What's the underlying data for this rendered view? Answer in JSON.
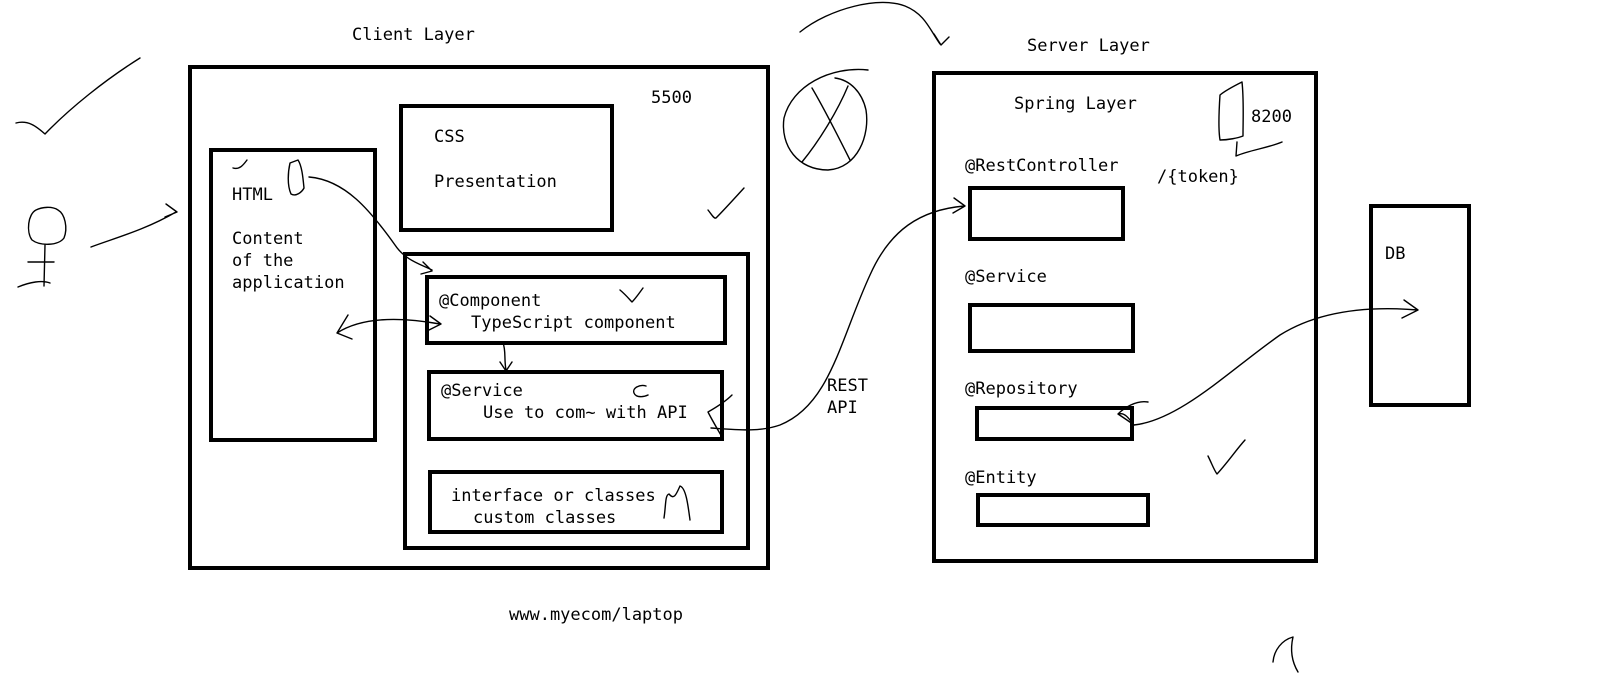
{
  "client": {
    "title": "Client Layer",
    "port": "5500",
    "html_box": {
      "title": "HTML",
      "line1": "Content",
      "line2": "of the",
      "line3": "application"
    },
    "css_box": {
      "title": "CSS",
      "subtitle": "Presentation"
    },
    "component_box": {
      "title": "@Component",
      "subtitle": "TypeScript component"
    },
    "service_box": {
      "title": "@Service",
      "subtitle": "Use to com~ with API"
    },
    "classes_box": {
      "title": "interface or classes",
      "subtitle": "custom classes"
    },
    "url": "www.myecom/laptop"
  },
  "connection": {
    "line1": "REST",
    "line2": "API"
  },
  "server": {
    "title": "Server Layer",
    "subtitle": "Spring Layer",
    "port": "8200",
    "token": "/{token}",
    "annotations": [
      "@RestController",
      "@Service",
      "@Repository",
      "@Entity"
    ]
  },
  "db": {
    "label": "DB"
  }
}
